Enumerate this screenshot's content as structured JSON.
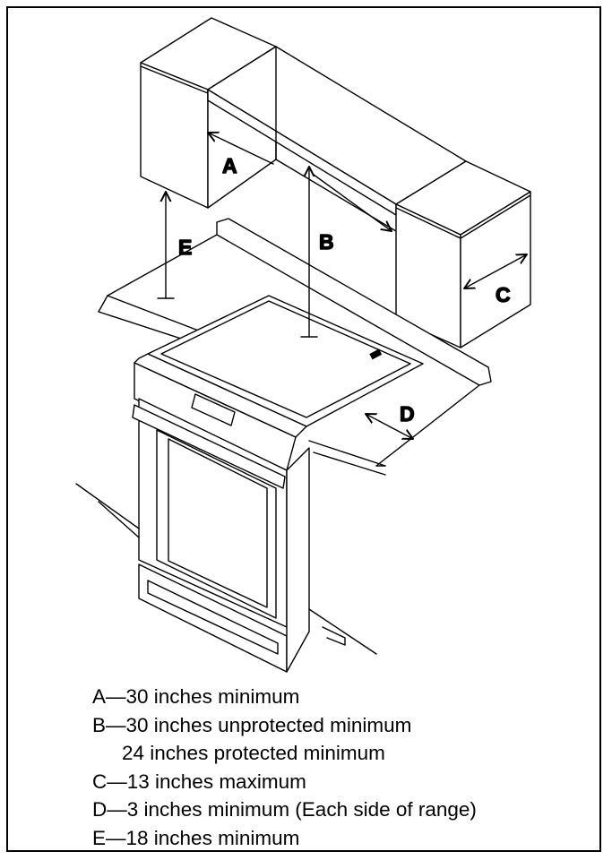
{
  "figure": {
    "labels": {
      "a": "A",
      "b": "B",
      "c": "C",
      "d": "D",
      "e": "E"
    }
  },
  "legend": [
    {
      "text": "A—30 inches minimum"
    },
    {
      "text": "B—30 inches unprotected minimum"
    },
    {
      "text": "24 inches protected minimum"
    },
    {
      "text": "C—13 inches maximum"
    },
    {
      "text": "D—3 inches minimum (Each side of range)"
    },
    {
      "text": "E—18 inches minimum"
    }
  ]
}
